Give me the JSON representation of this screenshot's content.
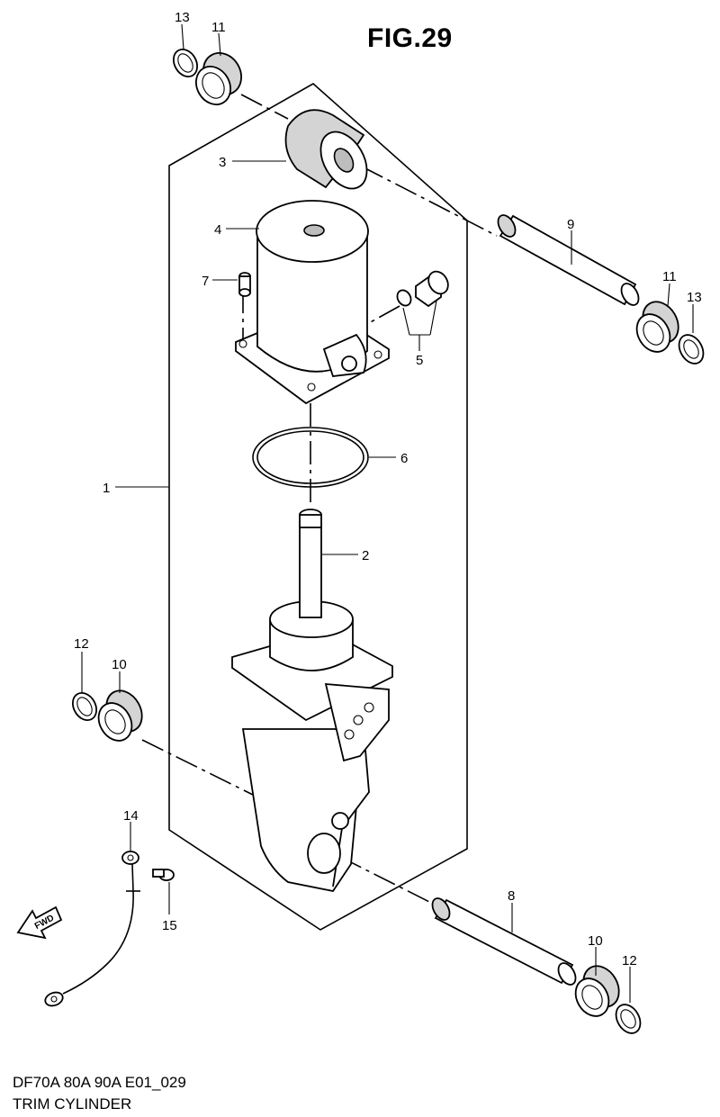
{
  "figure_title": "FIG.29",
  "footer": {
    "model_code": "DF70A 80A 90A E01_029",
    "section_name": "TRIM CYLINDER"
  },
  "fwd_label": "FWD",
  "callouts": [
    "1",
    "2",
    "3",
    "4",
    "5",
    "6",
    "7",
    "8",
    "9",
    "10",
    "11",
    "12",
    "13",
    "14",
    "15"
  ]
}
